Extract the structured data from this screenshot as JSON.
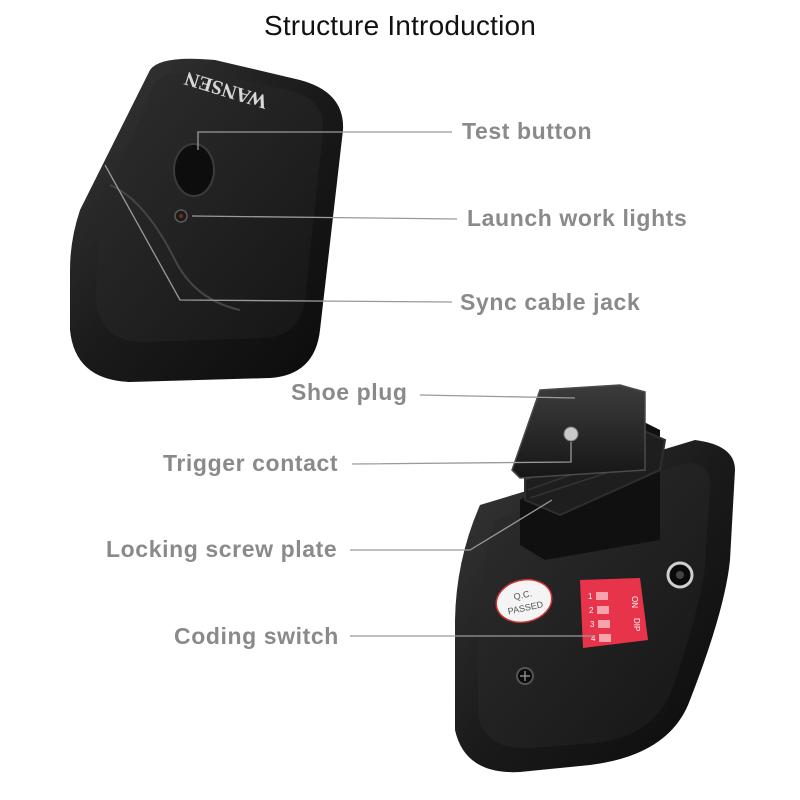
{
  "title": "Structure Introduction",
  "brand": "WANSEN",
  "qc_sticker": {
    "line1": "Q.C.",
    "line2": "PASSED"
  },
  "dip_switch": {
    "on_label": "ON",
    "dip_label": "DIP",
    "numbers": [
      "1",
      "2",
      "3",
      "4"
    ]
  },
  "callouts": [
    "Test button",
    "Launch work lights",
    "Sync cable jack",
    "Shoe plug",
    "Trigger contact",
    "Locking screw plate",
    "Coding switch"
  ]
}
